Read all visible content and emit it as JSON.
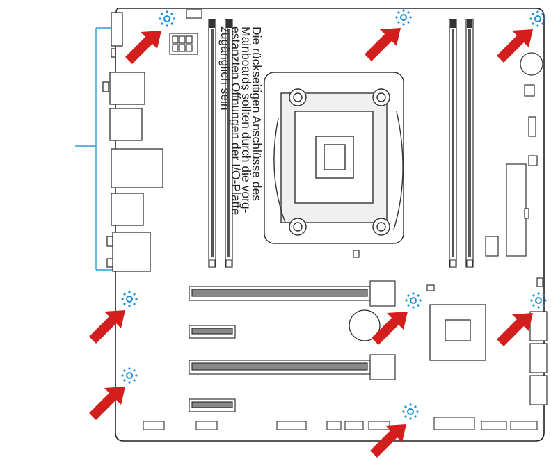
{
  "note": {
    "line1": "Die rückseitigen Anschlüsse des",
    "line2": "Mainboards sollten durch die vorg-",
    "line3": "estanzten Öffnungen der I/O-Platte",
    "line4": "zugänglich sein"
  },
  "colors": {
    "arrow": "#d41e1e",
    "screw_marker": "#1a8fd6",
    "callout_line": "#2a9fd6",
    "board_outline": "#222222"
  },
  "icons": {
    "mount_hole_marker": "screw-hole-icon",
    "pointer": "red-arrow-icon"
  }
}
